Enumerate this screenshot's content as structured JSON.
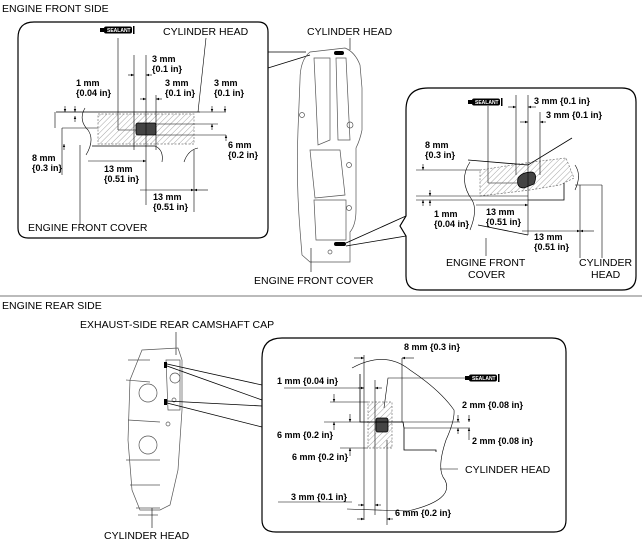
{
  "sections": {
    "front": {
      "title": "ENGINE FRONT SIDE",
      "overview": {
        "label_top": "CYLINDER HEAD",
        "label_bottom": "ENGINE FRONT COVER"
      },
      "detail_left": {
        "sealant": "SEALANT",
        "label_cylinder_head": "CYLINDER HEAD",
        "label_front_cover": "ENGINE FRONT COVER",
        "dims": [
          {
            "mm": "3 mm",
            "in": "{0.1 in}"
          },
          {
            "mm": "3 mm",
            "in": "{0.1 in}"
          },
          {
            "mm": "1 mm",
            "in": "{0.04 in}"
          },
          {
            "mm": "3 mm",
            "in": "{0.1 in}"
          },
          {
            "mm": "6 mm",
            "in": "{0.2 in}"
          },
          {
            "mm": "8 mm",
            "in": "{0.3 in}"
          },
          {
            "mm": "13 mm",
            "in": "{0.51 in}"
          },
          {
            "mm": "13 mm",
            "in": "{0.51 in}"
          }
        ]
      },
      "detail_right": {
        "sealant": "SEALANT",
        "label_front_cover_1": "ENGINE FRONT",
        "label_front_cover_2": "COVER",
        "label_cylinder_head_1": "CYLINDER",
        "label_cylinder_head_2": "HEAD",
        "dims": [
          {
            "text": "3 mm {0.1 in}"
          },
          {
            "text": "3 mm {0.1 in}"
          },
          {
            "mm": "8 mm",
            "in": "{0.3 in}"
          },
          {
            "mm": "1 mm",
            "in": "{0.04 in}"
          },
          {
            "mm": "13 mm",
            "in": "{0.51 in}"
          },
          {
            "mm": "13 mm",
            "in": "{0.51 in}"
          }
        ]
      }
    },
    "rear": {
      "title": "ENGINE REAR SIDE",
      "overview": {
        "label_top": "EXHAUST-SIDE REAR CAMSHAFT CAP",
        "label_bottom": "CYLINDER HEAD"
      },
      "detail": {
        "sealant": "SEALANT",
        "label_cylinder_head": "CYLINDER HEAD",
        "dims": [
          {
            "text": "8 mm {0.3 in}"
          },
          {
            "text": "1 mm {0.04 in}"
          },
          {
            "text": "2 mm {0.08 in}"
          },
          {
            "text": "6 mm {0.2 in}"
          },
          {
            "text": "2 mm {0.08 in}"
          },
          {
            "text": "6 mm {0.2 in}"
          },
          {
            "text": "3 mm {0.1 in}"
          },
          {
            "text": "6 mm {0.2 in}"
          }
        ]
      }
    }
  }
}
